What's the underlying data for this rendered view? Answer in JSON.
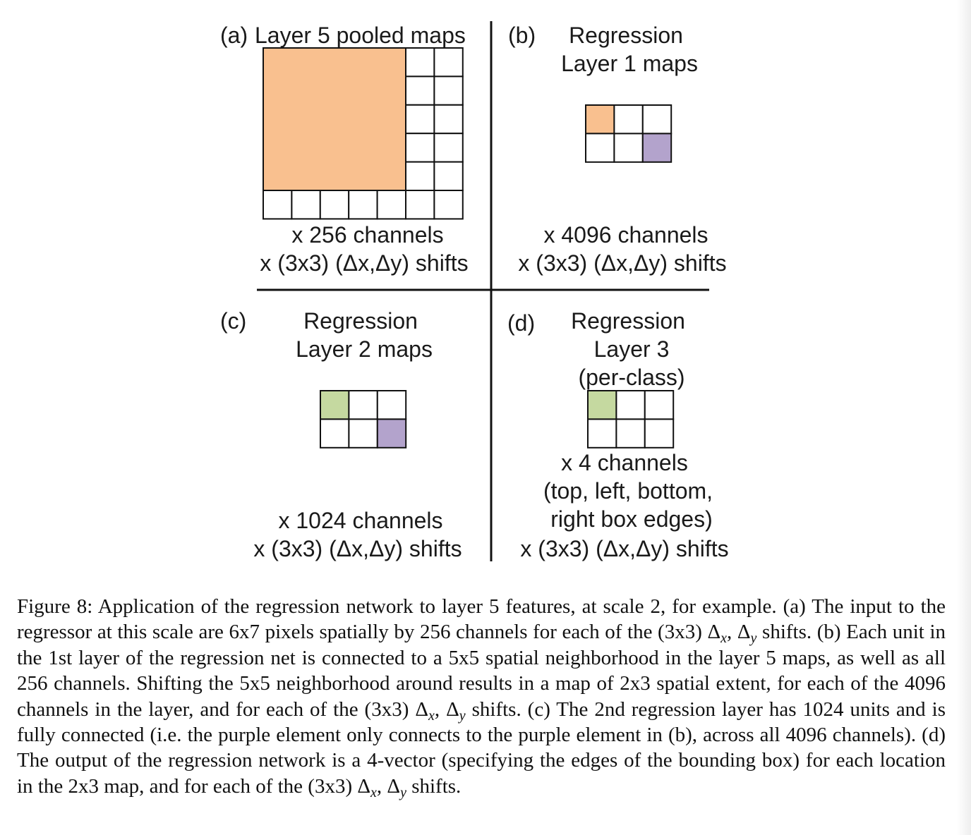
{
  "colors": {
    "orange": "#f9c08f",
    "purple": "#b3a3cc",
    "green": "#c5d9a0",
    "line": "#111111"
  },
  "panels": {
    "a": {
      "label": "(a)",
      "title": "Layer 5 pooled maps",
      "channels": "x 256 channels",
      "shifts": "x (3x3) (Δx,Δy) shifts"
    },
    "b": {
      "label": "(b)",
      "title1": "Regression",
      "title2": "Layer 1 maps",
      "channels": "x 4096 channels",
      "shifts": "x (3x3) (Δx,Δy) shifts"
    },
    "c": {
      "label": "(c)",
      "title1": "Regression",
      "title2": "Layer 2 maps",
      "channels": "x 1024 channels",
      "shifts": "x (3x3) (Δx,Δy) shifts"
    },
    "d": {
      "label": "(d)",
      "title1": "Regression",
      "title2": "Layer 3",
      "title3": "(per-class)",
      "channels": "x 4 channels",
      "edges1": "(top, left, bottom,",
      "edges2": "right box edges)",
      "shifts": "x (3x3) (Δx,Δy) shifts"
    }
  },
  "caption": {
    "p1": "Figure 8: Application of the regression network to layer 5 features, at scale 2, for example. (a) The input to the regressor at this scale are 6x7 pixels spatially by 256 channels for each of the (3x3) ",
    "p2": " shifts. (b) Each unit in the 1st layer of the regression net is connected to a 5x5 spatial neighborhood in the layer 5 maps, as well as all 256 channels. Shifting the 5x5 neighborhood around results in a map of 2x3 spatial extent, for each of the 4096 channels in the layer, and for each of the (3x3) ",
    "p3": " shifts. (c) The 2nd regression layer has 1024 units and is fully connected (i.e. the purple element only connects to the purple element in (b), across all 4096 channels). (d) The output of the regression network is a 4-vector (specifying the edges of the bounding box) for each location in the 2x3 map, and for each of the (3x3) ",
    "p4": " shifts.",
    "delta": "Δ",
    "sub_x": "x",
    "sub_y": "y",
    "comma": ", "
  }
}
